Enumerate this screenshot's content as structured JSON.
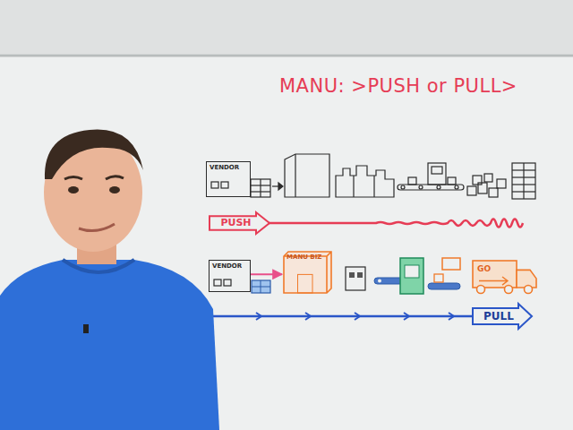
{
  "diagram": {
    "title": "MANU: >PUSH or PULL>",
    "nodes": [
      {
        "text": [
          "VENDOR"
        ]
      },
      {
        "text": [
          "PUSH"
        ]
      },
      {
        "text": [
          "VENDOR"
        ]
      },
      {
        "text": [
          "MANU BIZ"
        ]
      },
      {
        "text": [
          "GO"
        ]
      },
      {
        "text": [
          "PULL"
        ]
      }
    ],
    "edges": [
      {
        "from": 2,
        "to": 3,
        "arrow": "to"
      }
    ]
  }
}
